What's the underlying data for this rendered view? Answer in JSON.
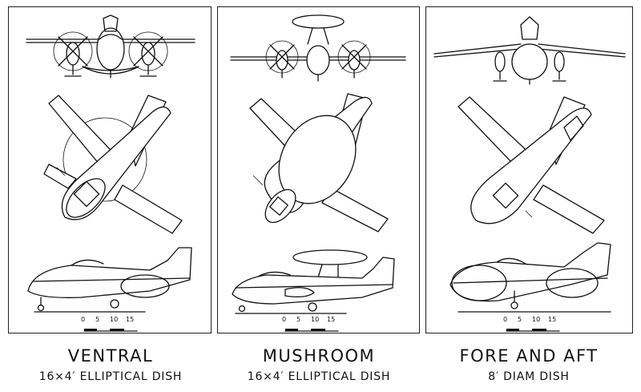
{
  "panels": [
    {
      "title": "VENTRAL",
      "subtitle": "16×4′ ELLIPTICAL DISH",
      "scale_ticks": [
        "0",
        "5",
        "10",
        "15"
      ]
    },
    {
      "title": "MUSHROOM",
      "subtitle": "16×4′ ELLIPTICAL DISH",
      "scale_ticks": [
        "0",
        "5",
        "10",
        "15"
      ]
    },
    {
      "title": "FORE AND AFT",
      "subtitle": "8′ DIAM DISH",
      "scale_ticks": [
        "0",
        "5",
        "10",
        "15"
      ]
    }
  ]
}
